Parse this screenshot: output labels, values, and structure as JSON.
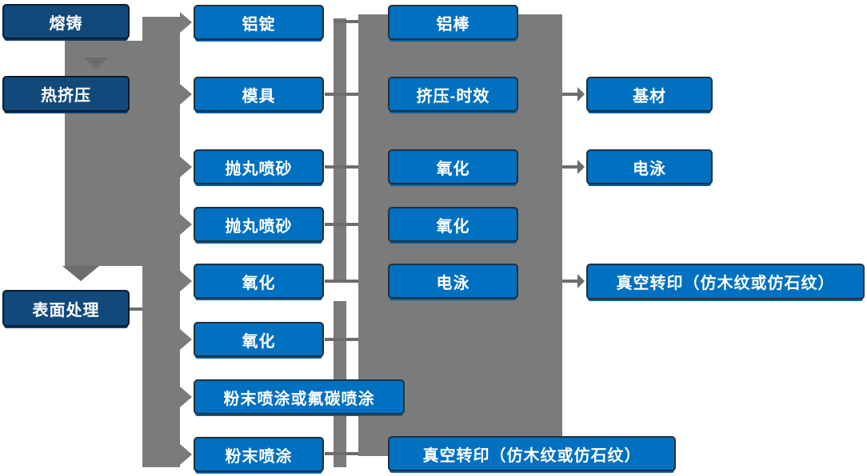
{
  "colors": {
    "background": "#ffffff",
    "stage_box": "#11497B",
    "process_box": "#0070C0",
    "box_border_dark": "#22303d",
    "connector_gray": "#7b7b7b",
    "connector_dark_gray": "#6d6d6d",
    "label_text": "#ffffff"
  },
  "nodes": [
    {
      "id": "melt-casting",
      "label": "熔铸",
      "variant": "primary"
    },
    {
      "id": "hot-extrusion",
      "label": "热挤压",
      "variant": "primary"
    },
    {
      "id": "surface-treatment",
      "label": "表面处理",
      "variant": "primary"
    },
    {
      "id": "aluminum-ingot",
      "label": "铝锭",
      "variant": "secondary"
    },
    {
      "id": "mold",
      "label": "模具",
      "variant": "secondary"
    },
    {
      "id": "shot-blasting-1",
      "label": "抛丸喷砂",
      "variant": "secondary"
    },
    {
      "id": "shot-blasting-2",
      "label": "抛丸喷砂",
      "variant": "secondary"
    },
    {
      "id": "oxidation-a1",
      "label": "氧化",
      "variant": "secondary"
    },
    {
      "id": "oxidation-a2",
      "label": "氧化",
      "variant": "secondary"
    },
    {
      "id": "powder-or-fluorocarbon-coating",
      "label": "粉末喷涂或氟碳喷涂",
      "variant": "secondary"
    },
    {
      "id": "powder-coating",
      "label": "粉末喷涂",
      "variant": "secondary"
    },
    {
      "id": "aluminum-rod",
      "label": "铝棒",
      "variant": "secondary"
    },
    {
      "id": "extrusion-aging",
      "label": "挤压-时效",
      "variant": "secondary"
    },
    {
      "id": "oxidation-b1",
      "label": "氧化",
      "variant": "secondary"
    },
    {
      "id": "oxidation-b2",
      "label": "氧化",
      "variant": "secondary"
    },
    {
      "id": "electrophoresis-1",
      "label": "电泳",
      "variant": "secondary"
    },
    {
      "id": "vacuum-transfer-1",
      "label": "真空转印（仿木纹或仿石纹）",
      "variant": "secondary"
    },
    {
      "id": "base-material",
      "label": "基材",
      "variant": "secondary"
    },
    {
      "id": "electrophoresis-2",
      "label": "电泳",
      "variant": "secondary"
    },
    {
      "id": "vacuum-transfer-2",
      "label": "真空转印（仿木纹或仿石纹）",
      "variant": "secondary"
    }
  ]
}
